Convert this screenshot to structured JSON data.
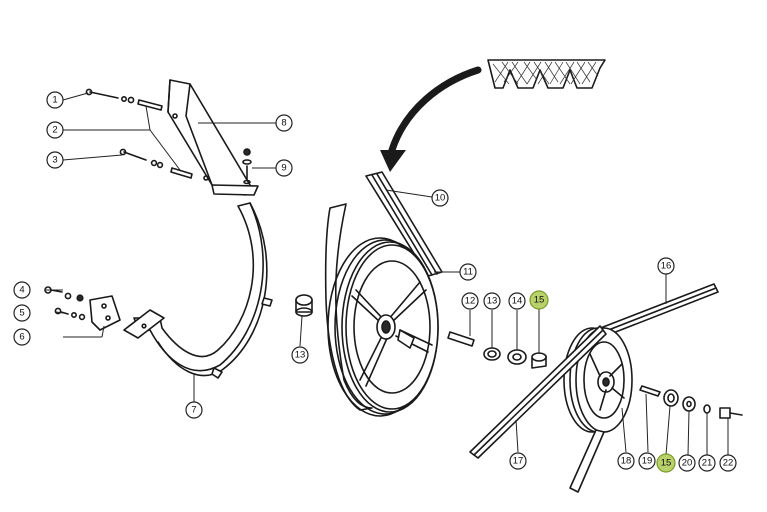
{
  "highlight_color": "#b9d16a",
  "callouts": [
    {
      "id": "c1",
      "label": "1",
      "highlighted": false
    },
    {
      "id": "c2",
      "label": "2",
      "highlighted": false
    },
    {
      "id": "c3",
      "label": "3",
      "highlighted": false
    },
    {
      "id": "c4",
      "label": "4",
      "highlighted": false
    },
    {
      "id": "c5",
      "label": "5",
      "highlighted": false
    },
    {
      "id": "c6",
      "label": "6",
      "highlighted": false
    },
    {
      "id": "c7",
      "label": "7",
      "highlighted": false
    },
    {
      "id": "c8",
      "label": "8",
      "highlighted": false
    },
    {
      "id": "c9",
      "label": "9",
      "highlighted": false
    },
    {
      "id": "c10",
      "label": "10",
      "highlighted": false
    },
    {
      "id": "c11",
      "label": "11",
      "highlighted": false
    },
    {
      "id": "c12",
      "label": "12",
      "highlighted": false
    },
    {
      "id": "c13a",
      "label": "13",
      "highlighted": false
    },
    {
      "id": "c13b",
      "label": "13",
      "highlighted": false
    },
    {
      "id": "c14",
      "label": "14",
      "highlighted": false
    },
    {
      "id": "c15a",
      "label": "15",
      "highlighted": true
    },
    {
      "id": "c15b",
      "label": "15",
      "highlighted": true
    },
    {
      "id": "c16",
      "label": "16",
      "highlighted": false
    },
    {
      "id": "c17",
      "label": "17",
      "highlighted": false
    },
    {
      "id": "c18",
      "label": "18",
      "highlighted": false
    },
    {
      "id": "c19",
      "label": "19",
      "highlighted": false
    },
    {
      "id": "c20",
      "label": "20",
      "highlighted": false
    },
    {
      "id": "c21",
      "label": "21",
      "highlighted": false
    },
    {
      "id": "c22",
      "label": "22",
      "highlighted": false
    }
  ]
}
